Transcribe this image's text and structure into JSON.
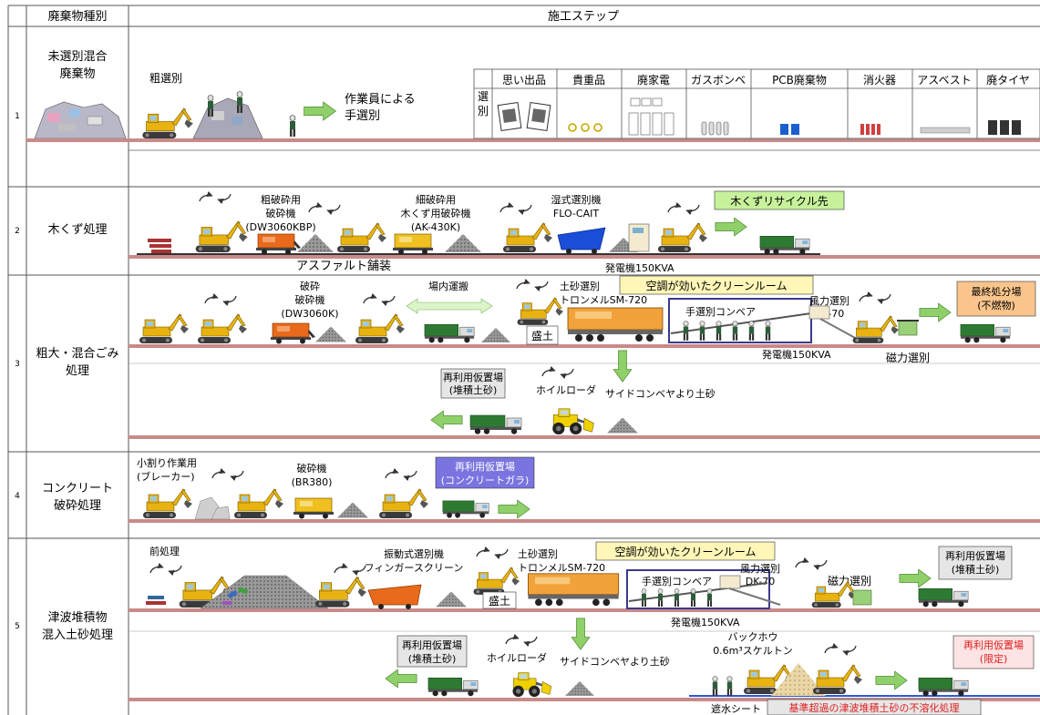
{
  "header": {
    "col_type": "廃棄物種別",
    "col_steps": "施工ステップ"
  },
  "colors": {
    "grid": "#555555",
    "ground": "#c98a8a",
    "machine_yellow": "#e8b310",
    "crusher_orange": "#e86a1a",
    "truck_green": "#2f7a33",
    "arrow_green": "#8fd06a",
    "box_yellow": "#fff6b8",
    "box_green": "#c7f29b",
    "box_orange": "#f9c58c",
    "box_gray": "#e6e6e6",
    "box_purple": "#7a74e0",
    "box_pink": "#fde3e3",
    "red_text": "#e02020"
  },
  "rows": [
    {
      "num": "1",
      "type": "未選別混合\n廃棄物"
    },
    {
      "num": "2",
      "type": "木くず処理"
    },
    {
      "num": "3",
      "type": "粗大・混合ごみ\n処理"
    },
    {
      "num": "4",
      "type": "コンクリート\n破砕処理"
    },
    {
      "num": "5",
      "type": "津波堆積物\n混入土砂処理"
    }
  ],
  "row1": {
    "rough_sort": "粗選別",
    "manual_sort": "作業員による\n手選別",
    "sort_label": "選\n別",
    "categories": [
      "思い出品",
      "貴重品",
      "廃家電",
      "ガスボンベ",
      "PCB廃棄物",
      "消火器",
      "アスベスト",
      "廃タイヤ"
    ]
  },
  "row2": {
    "rough_crusher": "粗破砕用\n破砕機\n(DW3060KBP)",
    "fine_crusher": "細破砕用\n木くず用破砕機\n(AK-430K)",
    "wet_sorter": "湿式選別機\nFLO-CAIT",
    "recycle": "木くずリサイクル先",
    "asphalt": "アスファルト舗装",
    "generator": "発電機150KVA"
  },
  "row3": {
    "crusher": "破砕\n破砕機\n(DW3060K)",
    "transport": "場内運搬",
    "soil_sort": "土砂選別\nトロンメルSM-720",
    "clean_room": "空調が効いたクリーンルーム",
    "conveyor": "手選別コンベア",
    "wind_sort": "風力選別\nDK-70",
    "final_disposal": "最終処分場\n(不燃物)",
    "mound": "盛土",
    "generator": "発電機150KVA",
    "magnetic": "磁力選別",
    "reuse": "再利用仮置場\n(堆積土砂)",
    "wheel_loader": "ホイルローダ",
    "side_conveyor": "サイドコンベヤより土砂"
  },
  "row4": {
    "breaker": "小割り作業用\n(ブレーカー)",
    "crusher": "破砕機\n(BR380)",
    "reuse": "再利用仮置場\n(コンクリートガラ)"
  },
  "row5": {
    "pre": "前処理",
    "vibrating": "振動式選別機\nフィンガースクリーン",
    "soil_sort": "土砂選別\nトロンメルSM-720",
    "clean_room": "空調が効いたクリーンルーム",
    "conveyor": "手選別コンベア",
    "wind_sort": "風力選別\nDK-70",
    "magnetic": "磁力選別",
    "reuse": "再利用仮置場\n(堆積土砂)",
    "mound": "盛土",
    "generator": "発電機150KVA",
    "reuse2": "再利用仮置場\n(堆積土砂)",
    "wheel_loader": "ホイルローダ",
    "side_conveyor": "サイドコンベヤより土砂",
    "backhoe": "バックホウ\n0.6m³スケルトン",
    "reuse_limited": "再利用仮置場\n(限定)",
    "sheet": "遮水シート",
    "insoluble": "基準超過の津波堆積土砂の不溶化処理"
  }
}
